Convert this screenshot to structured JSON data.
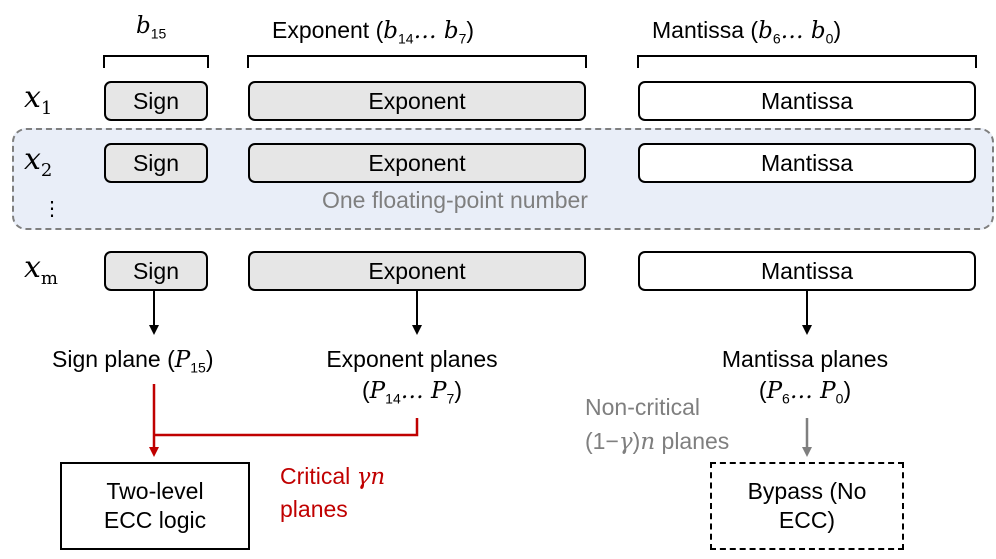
{
  "headers": {
    "sign_bit": "b",
    "sign_bit_sub": "15",
    "exponent_prefix": "Exponent (",
    "exponent_range": "b",
    "exponent_sub_a": "14",
    "exponent_mid": "… b",
    "exponent_sub_b": "7",
    "exponent_suffix": ")",
    "mantissa_prefix": "Mantissa (",
    "mantissa_range": "b",
    "mantissa_sub_a": "6",
    "mantissa_mid": "… b",
    "mantissa_sub_b": "0",
    "mantissa_suffix": ")"
  },
  "rows": [
    {
      "var": "x",
      "sub": "1",
      "sign": "Sign",
      "exponent": "Exponent",
      "mantissa": "Mantissa"
    },
    {
      "var": "x",
      "sub": "2",
      "sign": "Sign",
      "exponent": "Exponent",
      "mantissa": "Mantissa"
    },
    {
      "var": "x",
      "sub": "m",
      "sign": "Sign",
      "exponent": "Exponent",
      "mantissa": "Mantissa"
    }
  ],
  "ellipsis": "⋮",
  "group_label": "One floating-point number",
  "planes": {
    "sign_text": "Sign plane (",
    "sign_var": "P",
    "sign_sub": "15",
    "sign_close": ")",
    "exponent_line1": "Exponent planes",
    "exponent_open": "(",
    "exponent_var_a": "P",
    "exponent_sub_a": "14",
    "exponent_mid": "… P",
    "exponent_sub_b": "7",
    "exponent_close": ")",
    "mantissa_line1": "Mantissa planes",
    "mantissa_open": "(",
    "mantissa_var_a": "P",
    "mantissa_sub_a": "6",
    "mantissa_mid": "… P",
    "mantissa_sub_b": "0",
    "mantissa_close": ")"
  },
  "critical": {
    "line1_text": "Critical ",
    "line1_math": "γn",
    "line2": "planes"
  },
  "noncritical": {
    "line1": "Non-critical",
    "line2_text": "(1−",
    "line2_math": "γ",
    "line2_close": ")",
    "line2_n": "n",
    "line2_rest": " planes"
  },
  "ecc_box": {
    "line1": "Two-level",
    "line2": "ECC logic"
  },
  "bypass_box": {
    "line1": "Bypass (No",
    "line2": "ECC)"
  },
  "colors": {
    "critical": "#c00000",
    "noncritical": "#7f7f7f",
    "field_fill": "#e6e6e6",
    "group_fill": "#e9eef8"
  }
}
